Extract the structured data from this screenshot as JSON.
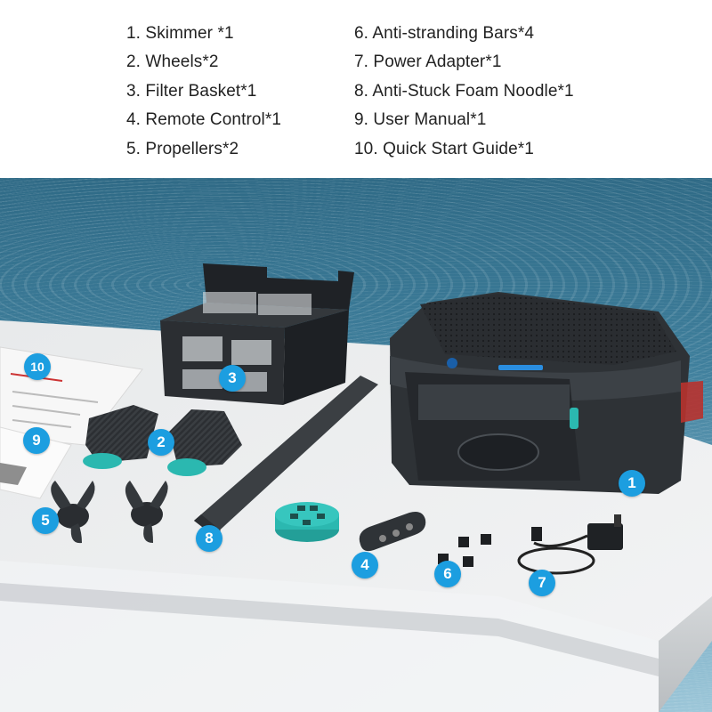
{
  "parts_left": [
    "1. Skimmer *1",
    "2. Wheels*2",
    "3. Filter Basket*1",
    "4. Remote Control*1",
    "5. Propellers*2"
  ],
  "parts_right": [
    "6. Anti-stranding Bars*4",
    "7. Power Adapter*1",
    "8. Anti-Stuck Foam Noodle*1",
    "9. User Manual*1",
    "10. Quick Start Guide*1"
  ],
  "badges": {
    "b1": "1",
    "b2": "2",
    "b3": "3",
    "b4": "4",
    "b5": "5",
    "b6": "6",
    "b7": "7",
    "b8": "8",
    "b9": "9",
    "b10": "10"
  },
  "colors": {
    "badge": "#1c9ee0",
    "accent_teal": "#2bb8b0",
    "device_dark": "#2e3236",
    "table": "#eceeef"
  }
}
